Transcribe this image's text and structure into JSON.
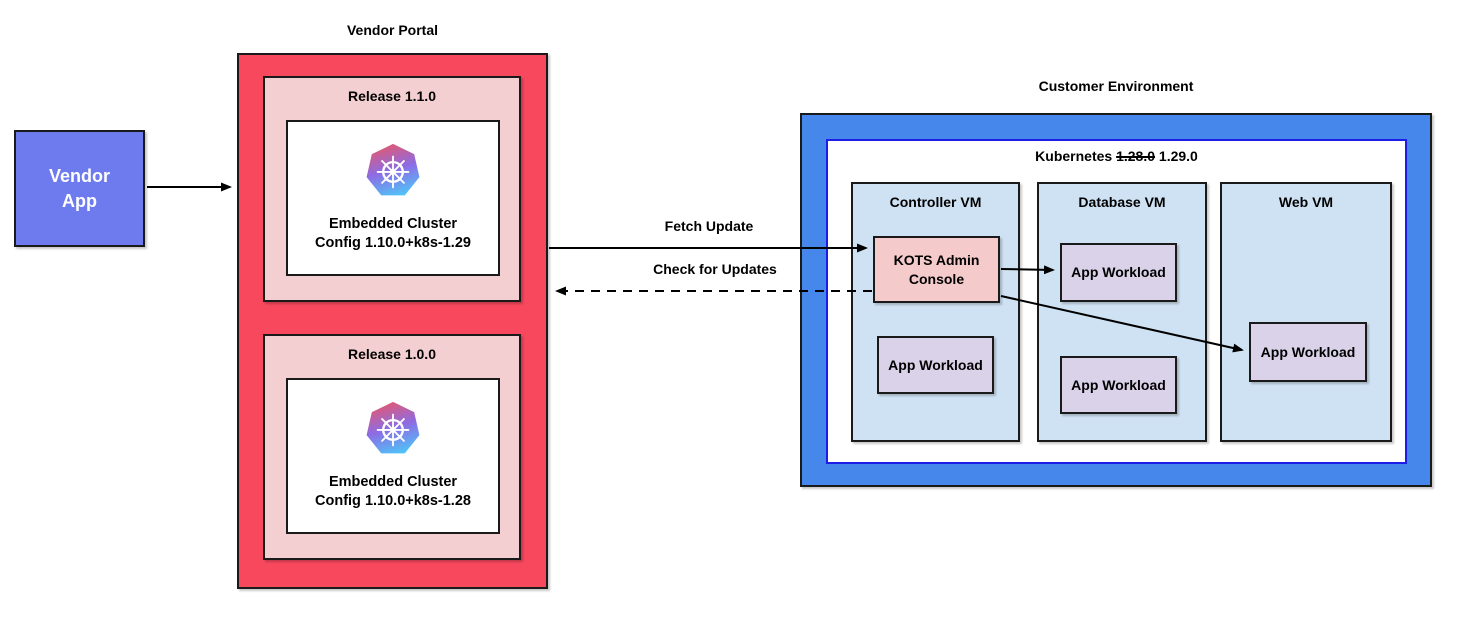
{
  "vendor_app": {
    "label": "Vendor App"
  },
  "vendor_portal": {
    "title": "Vendor Portal",
    "releases": [
      {
        "title": "Release 1.1.0",
        "config_line1": "Embedded Cluster",
        "config_line2": "Config 1.10.0+k8s-1.29"
      },
      {
        "title": "Release 1.0.0",
        "config_line1": "Embedded Cluster",
        "config_line2": "Config 1.10.0+k8s-1.28"
      }
    ]
  },
  "arrows": {
    "fetch_update_label": "Fetch Update",
    "check_for_updates_label": "Check for Updates"
  },
  "customer_environment": {
    "title": "Customer Environment",
    "kubernetes": {
      "prefix": "Kubernetes",
      "old_version": "1.28.0",
      "new_version": "1.29.0"
    },
    "vms": [
      {
        "title": "Controller VM",
        "kots": "KOTS Admin Console",
        "workloads": [
          "App Workload"
        ]
      },
      {
        "title": "Database VM",
        "workloads": [
          "App Workload",
          "App Workload"
        ]
      },
      {
        "title": "Web VM",
        "workloads": [
          "App Workload"
        ]
      }
    ]
  },
  "icons": {
    "kubernetes": "kubernetes-helm-wheel"
  },
  "colors": {
    "vendor_app_fill": "#6d7bee",
    "portal_fill": "#f8485e",
    "release_fill": "#f3cfd1",
    "environment_fill": "#4587ea",
    "kubernetes_box_border": "#1d1de8",
    "vm_fill": "#cfe2f3",
    "kots_fill": "#f4caca",
    "workload_fill": "#d9d2e9",
    "outline": "#1a1a1a",
    "k8s_icon_gradient_top": "#e25871",
    "k8s_icon_gradient_mid": "#8d6ce4",
    "k8s_icon_gradient_bottom": "#4fc3f7"
  }
}
